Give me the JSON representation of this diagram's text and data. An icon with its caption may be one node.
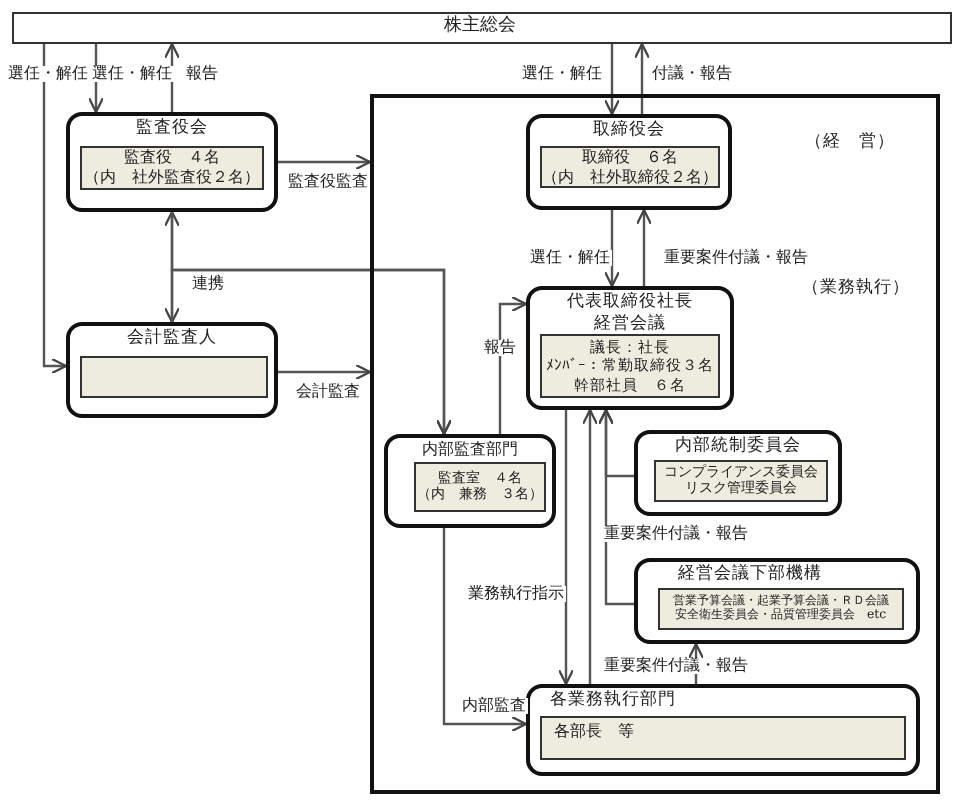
{
  "diagram": {
    "nodes": [
      {
        "text": [
          "株主総会"
        ]
      },
      {
        "text": [
          "監査役会"
        ]
      },
      {
        "text": [
          "監査役　４名",
          "（内　社外監査役２名）"
        ],
        "in": 1
      },
      {
        "text": [
          "会計監査人"
        ]
      },
      {
        "text": [],
        "shape": "box",
        "in": 3
      },
      {
        "text": [],
        "shape": "box"
      },
      {
        "text": [
          "取締役会"
        ],
        "in": 5
      },
      {
        "text": [
          "取締役　６名",
          "（内　社外取締役２名）"
        ],
        "in": 6
      },
      {
        "text": [
          "代表取締役社長",
          "経営会議"
        ],
        "in": 5
      },
      {
        "text": [
          "議長：社長",
          "ﾒﾝﾊﾞｰ：常勤取締役３名",
          "幹部社員　６名"
        ],
        "in": 8
      },
      {
        "text": [
          "内部監査部門"
        ],
        "in": 5
      },
      {
        "text": [
          "監査室　４名",
          "（内　兼務　３名）"
        ],
        "in": 10
      },
      {
        "text": [
          "内部統制委員会"
        ],
        "in": 5
      },
      {
        "text": [
          "コンプライアンス委員会",
          "リスク管理委員会"
        ],
        "in": 12
      },
      {
        "text": [
          "経営会議下部機構"
        ],
        "in": 5
      },
      {
        "text": [
          "営業予算会議・起業予算会議・ＲＤ会議",
          "安全衛生委員会・品質管理委員会　etc"
        ],
        "in": 14
      },
      {
        "text": [
          "各業務執行部門"
        ],
        "in": 5
      },
      {
        "text": [
          "各部長　等"
        ],
        "in": 16
      }
    ],
    "edges": [
      {
        "from": 0,
        "to": 3,
        "arrow": "to",
        "label": "選任・解任"
      },
      {
        "from": 0,
        "to": 1,
        "arrow": "to",
        "label": "選任・解任"
      },
      {
        "from": 1,
        "to": 0,
        "arrow": "to",
        "label": "報告"
      },
      {
        "from": 1,
        "to": 5,
        "arrow": "to",
        "label": "監査役監査"
      },
      {
        "from": 1,
        "to": 3,
        "arrow": "both",
        "label": "連携"
      },
      {
        "from": 1,
        "to": 10,
        "arrow": "to"
      },
      {
        "from": 3,
        "to": 10,
        "arrow": "to"
      },
      {
        "from": 3,
        "to": 5,
        "arrow": "to",
        "label": "会計監査"
      },
      {
        "from": 0,
        "to": 6,
        "arrow": "to",
        "label": "選任・解任"
      },
      {
        "from": 6,
        "to": 0,
        "arrow": "to",
        "label": "付議・報告"
      },
      {
        "from": 6,
        "to": 8,
        "arrow": "to",
        "label": "選任・解任"
      },
      {
        "from": 8,
        "to": 6,
        "arrow": "to",
        "label": "重要案件付議・報告"
      },
      {
        "from": 10,
        "to": 8,
        "arrow": "to",
        "label": "報告"
      },
      {
        "from": 8,
        "to": 16,
        "arrow": "to",
        "label": "業務執行指示"
      },
      {
        "from": 10,
        "to": 16,
        "arrow": "to",
        "label": "内部監査"
      },
      {
        "from": 12,
        "to": 8,
        "arrow": "to"
      },
      {
        "from": 14,
        "to": 8,
        "arrow": "to"
      },
      {
        "from": 16,
        "to": 8,
        "arrow": "to",
        "label": "重要案件付議・報告"
      },
      {
        "from": 16,
        "to": 14,
        "arrow": "to",
        "label": "重要案件付議・報告"
      }
    ],
    "labels": [
      "（経　営）",
      "（業務執行）"
    ]
  }
}
